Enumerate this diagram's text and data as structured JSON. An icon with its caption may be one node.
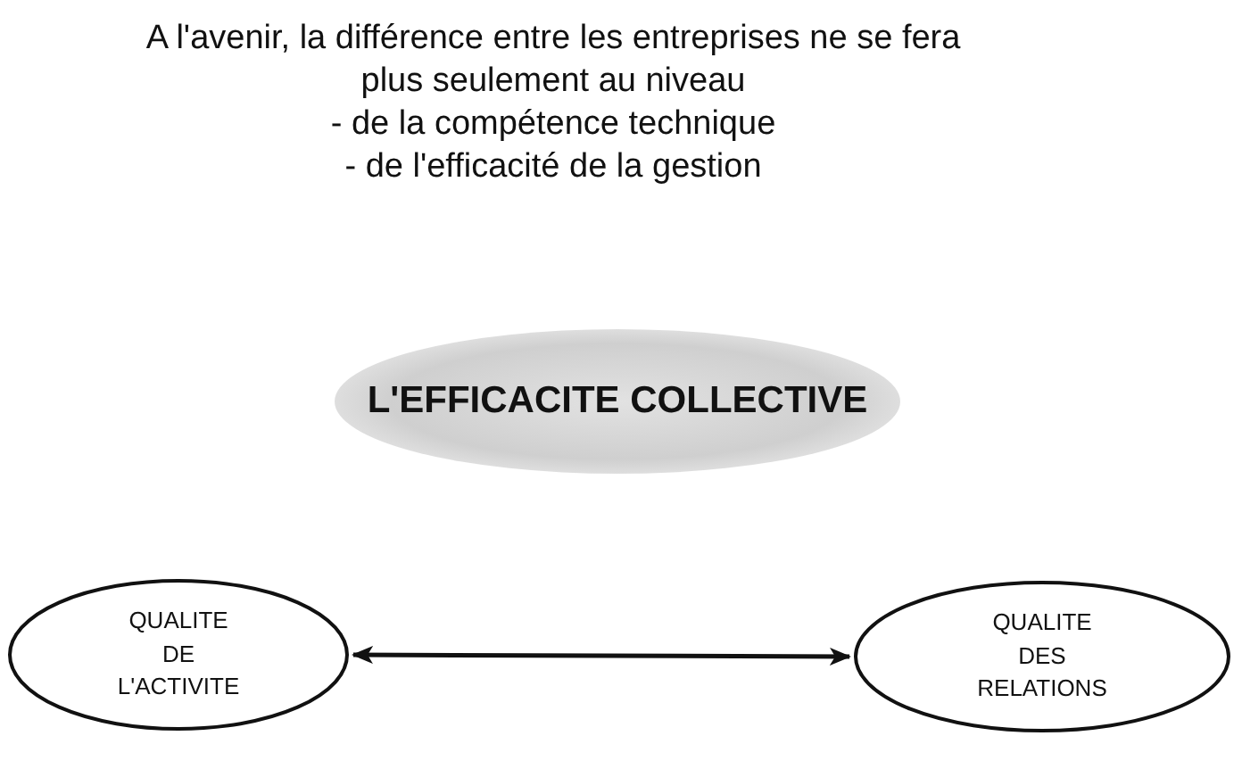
{
  "diagram": {
    "nodes": [
      {
        "text": [
          "L'EFFICACITE COLLECTIVE"
        ]
      },
      {
        "text": [
          "QUALITE DE L'ACTIVITE"
        ]
      },
      {
        "text": [
          "QUALITE DES RELATIONS"
        ]
      }
    ],
    "edges": [
      {
        "from": 1,
        "to": 2,
        "arrow": "both"
      }
    ],
    "labels": [
      "A l'avenir, la différence entre les entreprises ne se fera plus seulement au niveau",
      "- de la compétence technique",
      "- de l'efficacité de la gestion"
    ]
  }
}
